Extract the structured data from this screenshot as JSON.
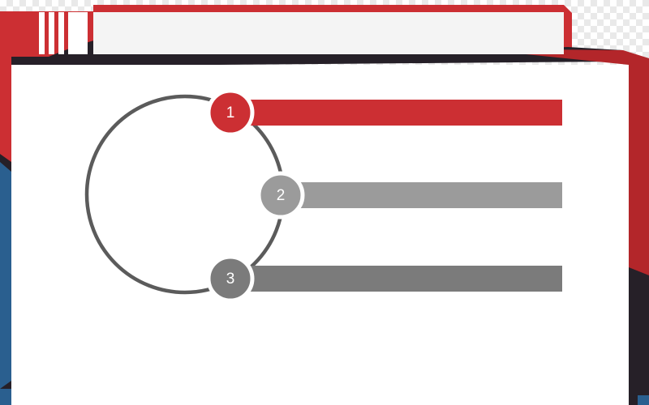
{
  "colors": {
    "accent_red": "#cc2f33",
    "frame_dark": "#262028",
    "frame_blue": "#2a5f8f",
    "item_2_gray": "#9b9b9b",
    "item_3_gray": "#7b7b7b",
    "ring_gray": "#5b5b5b"
  },
  "items": [
    {
      "number": "1",
      "color": "#cc2f33"
    },
    {
      "number": "2",
      "color": "#9b9b9b"
    },
    {
      "number": "3",
      "color": "#7b7b7b"
    }
  ]
}
